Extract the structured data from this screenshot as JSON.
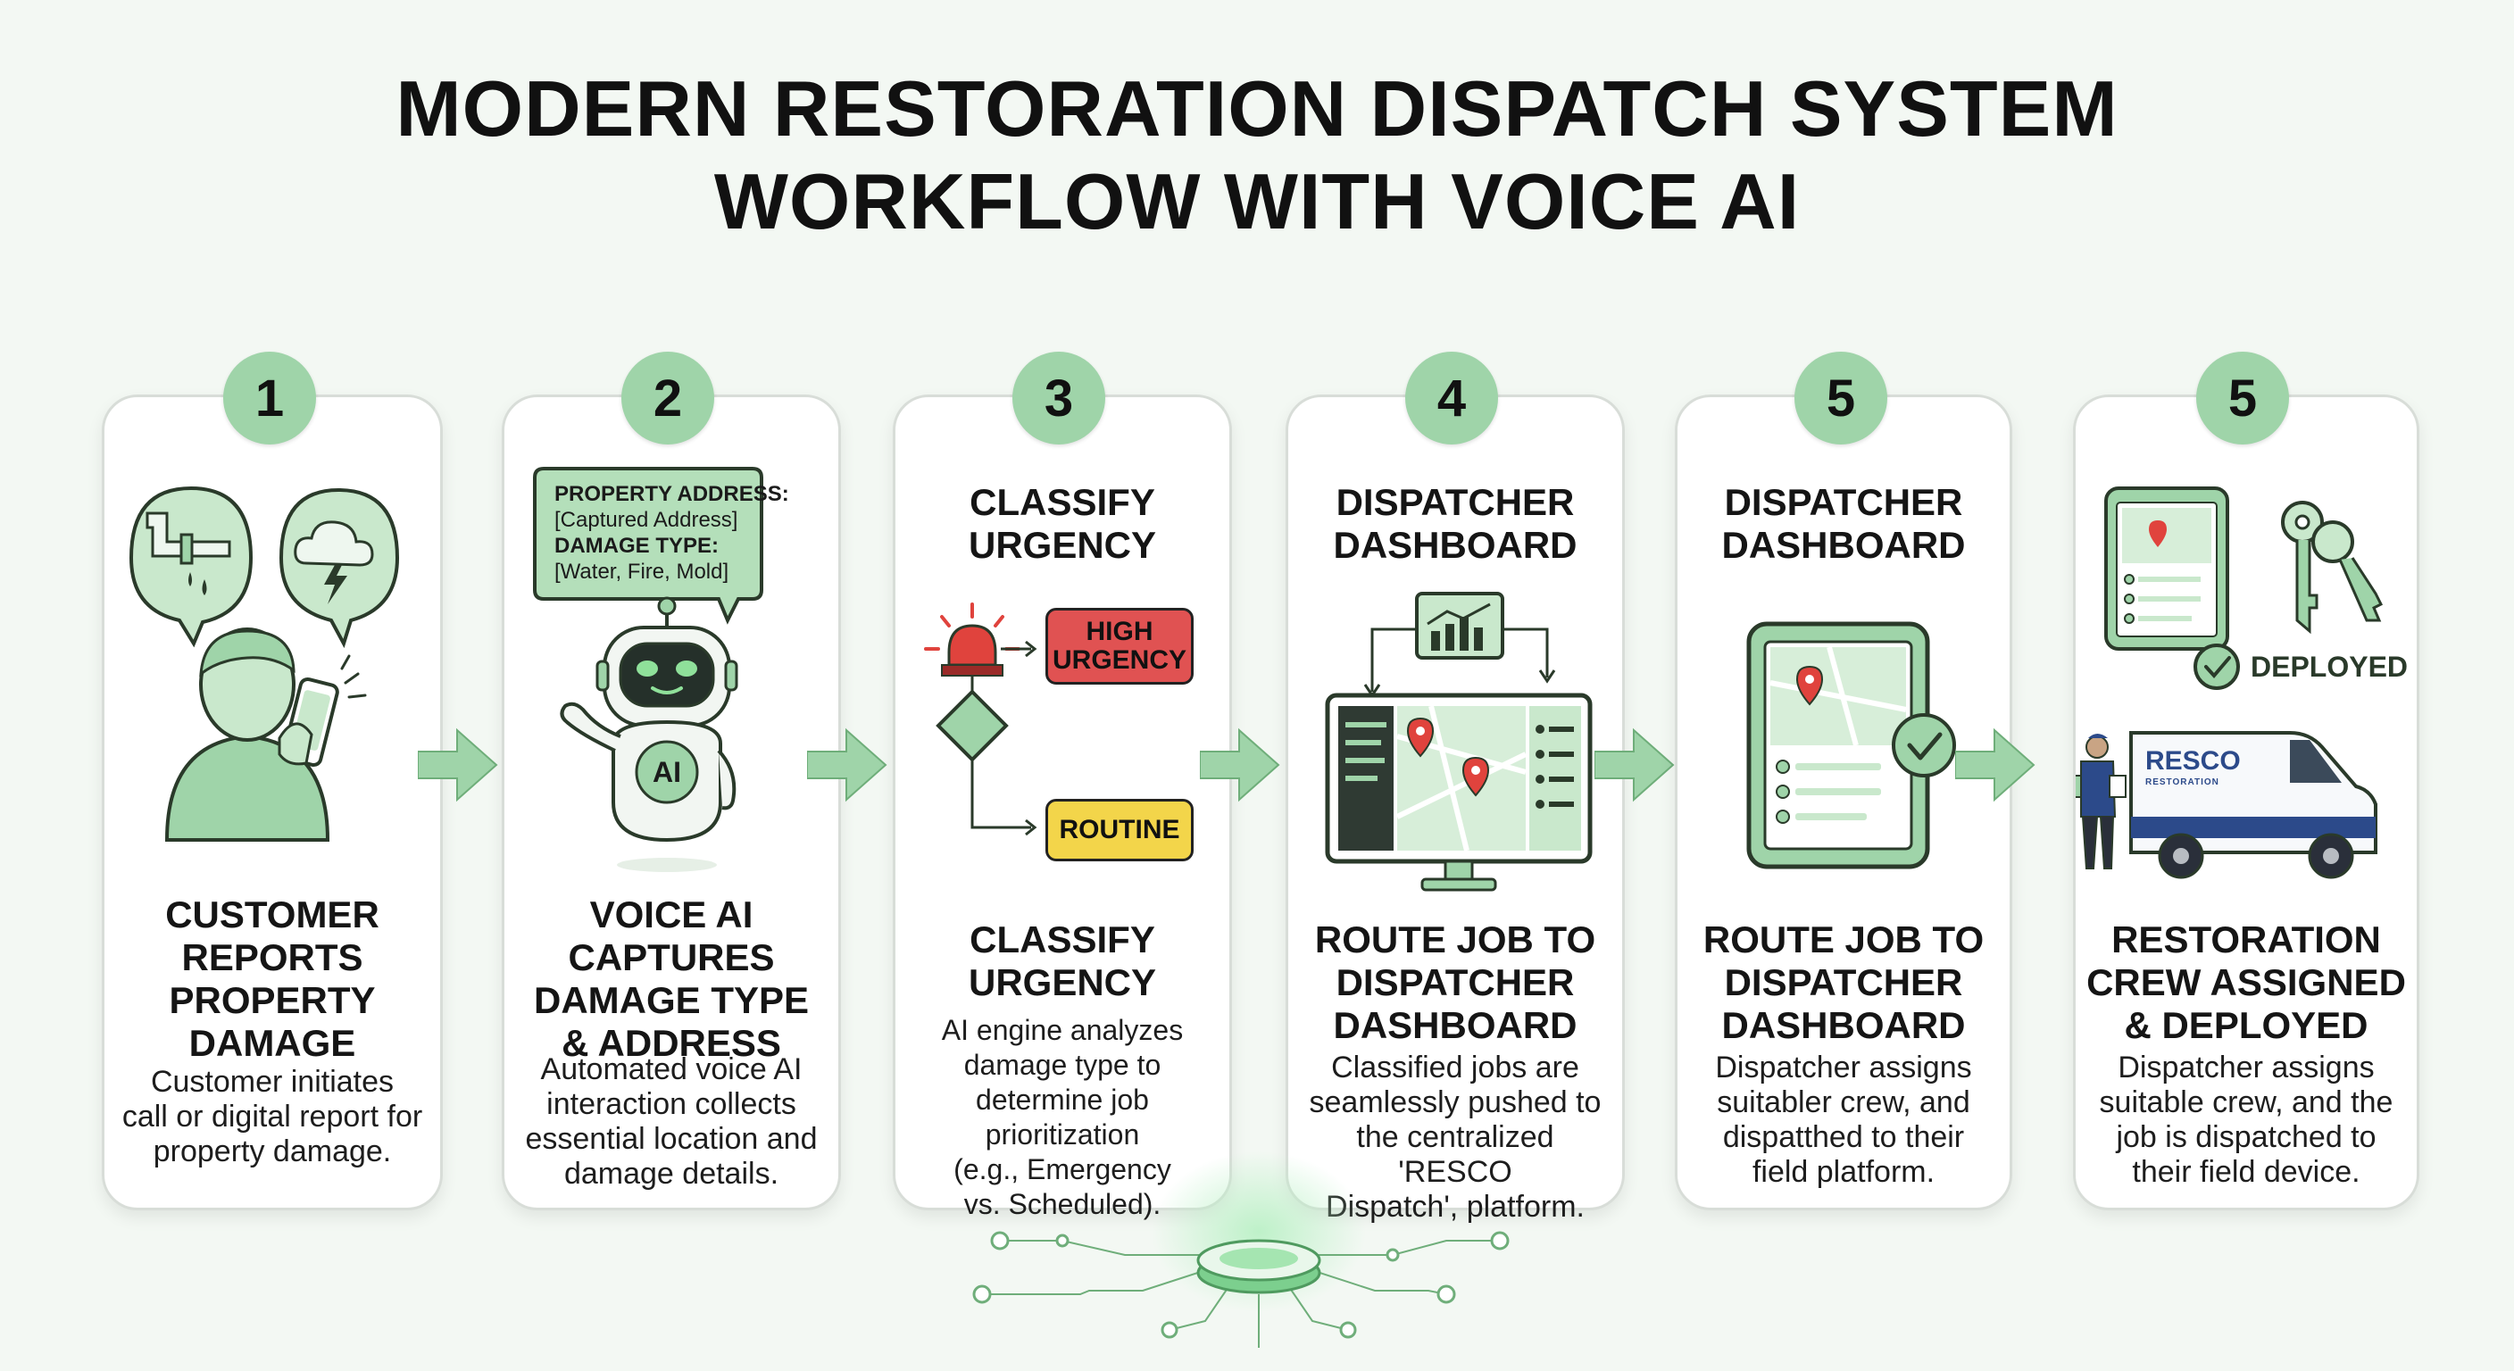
{
  "title": {
    "line1": "MODERN RESTORATION DISPATCH SYSTEM",
    "line2": "WORKFLOW WITH VOICE AI"
  },
  "colors": {
    "accent_green": "#9fd4a9",
    "icon_green": "#c9e8cc",
    "high_urgency": "#e05252",
    "routine": "#f3d54a",
    "pin_red": "#e0433d"
  },
  "steps": [
    {
      "number": "1",
      "heading": [
        "CUSTOMER",
        "REPORTS",
        "PROPERTY",
        "DAMAGE"
      ],
      "description": [
        "Customer initiates",
        "call or digital report for",
        "property damage."
      ],
      "icons": [
        "leaking-pipe-icon",
        "storm-cloud-icon",
        "person-with-phone-icon"
      ]
    },
    {
      "number": "2",
      "heading": [
        "VOICE AI",
        "CAPTURES",
        "DAMAGE TYPE",
        "& ADDRESS"
      ],
      "description": [
        "Automated voice AI",
        "interaction collects",
        "essential location and",
        "damage details."
      ],
      "bubble": {
        "address_label": "PROPERTY ADDRESS:",
        "address_value": "[Captured Address]",
        "damage_label": "DAMAGE TYPE:",
        "damage_value": "[Water, Fire, Mold]"
      },
      "robot_badge": "AI",
      "icons": [
        "ai-robot-icon"
      ]
    },
    {
      "number": "3",
      "top_heading": [
        "CLASSIFY",
        "URGENCY"
      ],
      "heading": [
        "CLASSIFY",
        "URGENCY"
      ],
      "description": [
        "AI engine analyzes",
        "damage type to",
        "determine job prioritization",
        "(e.g., Emergency",
        "vs. Scheduled)."
      ],
      "tags": {
        "high": [
          "HIGH",
          "URGENCY"
        ],
        "routine": "ROUTINE"
      },
      "icons": [
        "alarm-siren-icon",
        "decision-diamond-icon"
      ]
    },
    {
      "number": "4",
      "top_heading": [
        "DISPATCHER",
        "DASHBOARD"
      ],
      "heading": [
        "ROUTE JOB TO",
        "DISPATCHER",
        "DASHBOARD"
      ],
      "description": [
        "Classified jobs are",
        "seamlessly pushed to",
        "the centralized 'RESCO",
        "Dispatch', platform."
      ],
      "icons": [
        "analytics-chart-icon",
        "monitor-map-icon"
      ]
    },
    {
      "number": "5",
      "top_heading": [
        "DISPATCHER",
        "DASHBOARD"
      ],
      "heading": [
        "ROUTE JOB TO",
        "DISPATCHER",
        "DASHBOARD"
      ],
      "description": [
        "Dispatcher assigns",
        "suitabler crew, and",
        "dispatthed to their",
        "field platform."
      ],
      "icons": [
        "tablet-map-icon",
        "checkmark-icon"
      ]
    },
    {
      "number": "5",
      "heading": [
        "RESTORATION",
        "CREW ASSIGNED",
        "& DEPLOYED"
      ],
      "description": [
        "Dispatcher assigns",
        "suitable crew, and the",
        "job is dispatched to",
        "their field device."
      ],
      "deployed_label": "DEPLOYED",
      "van_brand": "RESCO",
      "van_sub": "RESTORATION",
      "icons": [
        "tablet-map-icon",
        "keys-icon",
        "check-badge-icon",
        "crew-icon",
        "service-van-icon"
      ]
    }
  ]
}
